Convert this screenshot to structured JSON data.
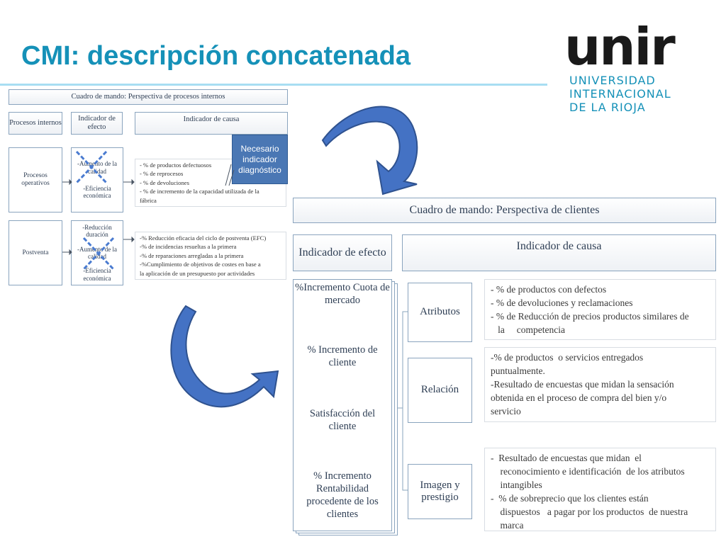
{
  "title": "CMI: descripción concatenada",
  "logo": {
    "word": "unir",
    "line1": "UNIVERSIDAD",
    "line2": "INTERNACIONAL",
    "line3": "DE LA RIOJA"
  },
  "left_diagram": {
    "header": "Cuadro de mando: Perspectiva de procesos internos",
    "col_headers": [
      "Procesos internos",
      "Indicador de efecto",
      "Indicador de causa"
    ],
    "rows": [
      {
        "process": "Procesos operativos",
        "effects": [
          "-Aumento de la calidad",
          "-Eficiencia económica"
        ],
        "causes": [
          "- % de productos defectuosos",
          "- % de reprocesos",
          "- % de devoluciones",
          "- % de incremento de la capacidad  utilizada de la",
          "fábrica"
        ]
      },
      {
        "process": "Postventa",
        "effects": [
          "-Reducción duración",
          "-Aumento de la calidad",
          "-Eficiencia económica"
        ],
        "causes": [
          "-% Reducción eficacia del ciclo de postventa (EFC)",
          "-% de incidencias  resueltas a la primera",
          "-% de reparaciones arregladas a la primera",
          "  -%Cumplimiento de objetivos de  costes en base a",
          "la   aplicación de un presupuesto por actividades"
        ]
      }
    ],
    "callout": "Necesario indicador diagnóstico"
  },
  "right_diagram": {
    "header": "Cuadro de mando: Perspectiva de clientes",
    "col_effect": "Indicador de efecto",
    "col_cause": "Indicador de causa",
    "effects": [
      "%Incremento Cuota de mercado",
      "% Incremento de cliente",
      "Satisfacción del  cliente",
      "% Incremento Rentabilidad procedente de los clientes"
    ],
    "categories": [
      {
        "label": "Atributos",
        "items": [
          "- % de productos con defectos",
          "- % de devoluciones y reclamaciones",
          "- % de Reducción de precios productos similares de",
          "   la     competencia"
        ]
      },
      {
        "label": "Relación",
        "items": [
          "-% de productos  o servicios entregados",
          "puntualmente.",
          "-Resultado de encuestas que midan la sensación",
          "obtenida en el proceso de compra del bien y/o",
          "servicio"
        ]
      },
      {
        "label": "Imagen y prestigio",
        "items": [
          "-  Resultado de encuestas que midan  el",
          "    reconocimiento e identificación  de los atributos",
          "    intangibles",
          "-  % de sobreprecio que los clientes están",
          "    dispuestos   a pagar por los productos  de nuestra",
          "    marca"
        ]
      }
    ]
  },
  "colors": {
    "title": "#1591b8",
    "arrow": "#4472c4",
    "callout": "#4a77b4",
    "cross": "#4a7bd0"
  },
  "icons": [
    "curved-arrow-down-icon",
    "curved-arrow-right-icon",
    "cross-out-icon"
  ]
}
